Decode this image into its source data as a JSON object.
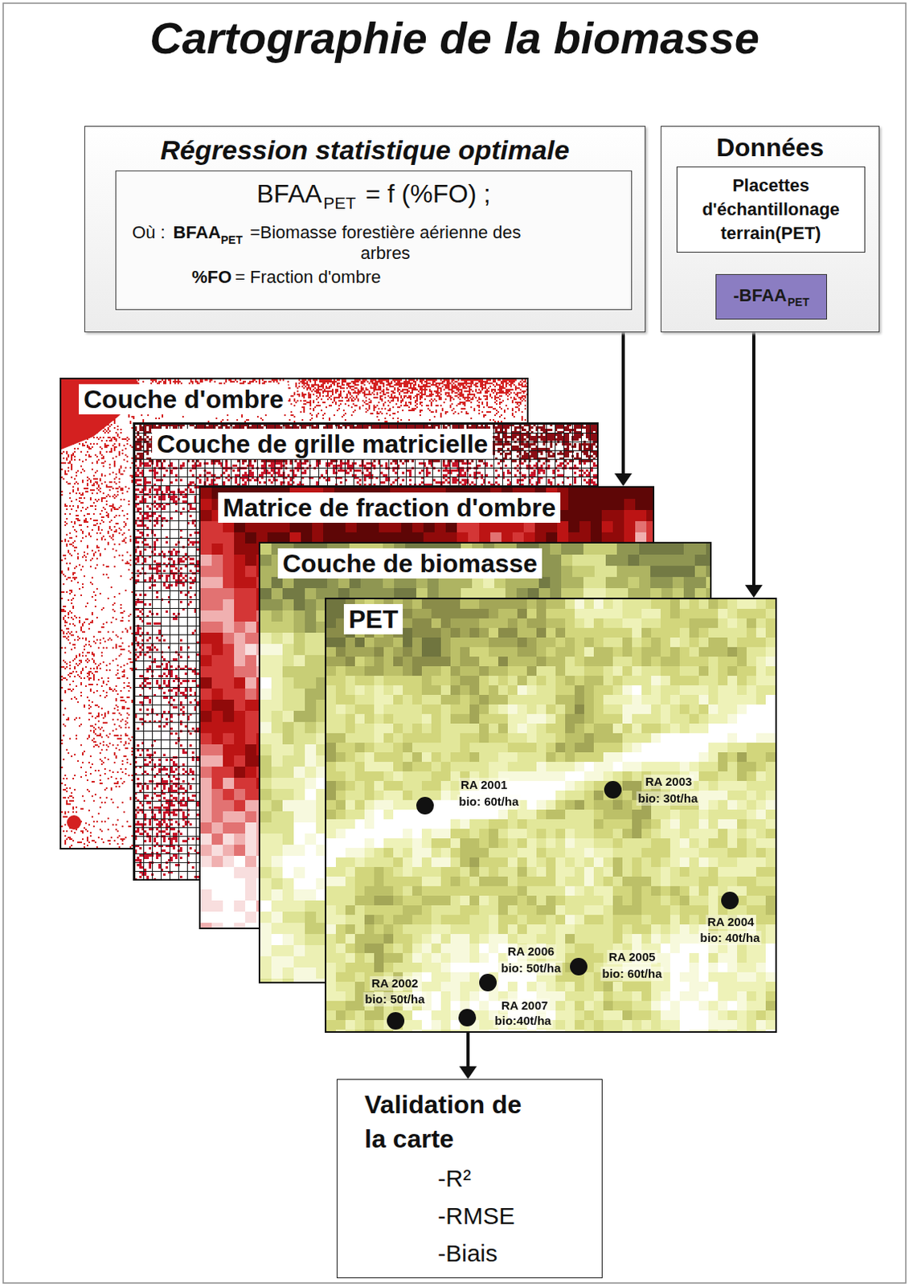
{
  "diagram": {
    "title": "Cartographie de la biomasse",
    "nodes": [
      {
        "text": [
          "Régression statistique optimale"
        ]
      },
      {
        "text": [
          "BFAA",
          "PET",
          "= f (%FO) ;",
          "Où :",
          "BFAA",
          "PET",
          "=Biomasse forestière aérienne des arbres",
          "%FO",
          "= Fraction d'ombre"
        ],
        "in": 0
      },
      {
        "text": [
          "Données"
        ]
      },
      {
        "text": [
          "Placettes d'échantillonage terrain(PET)"
        ],
        "in": 2
      },
      {
        "text": [
          "-BFAA",
          "PET"
        ],
        "in": 2
      },
      {
        "text": [
          "Couche d'ombre"
        ]
      },
      {
        "text": [
          "Couche de grille matricielle"
        ]
      },
      {
        "text": [
          "Matrice de fraction d'ombre"
        ]
      },
      {
        "text": [
          "Couche de biomasse"
        ]
      },
      {
        "text": [
          "PET"
        ]
      },
      {
        "text": [
          "Validation de la carte",
          "-R²",
          "-RMSE",
          "-Biais"
        ]
      }
    ],
    "edges": [
      {
        "from": 3,
        "to": 4,
        "arrow": "to"
      },
      {
        "from": 0,
        "to": 7,
        "arrow": "to"
      },
      {
        "from": 2,
        "to": 9,
        "arrow": "to"
      },
      {
        "from": 9,
        "to": 10,
        "arrow": "to"
      }
    ],
    "labels": [
      "RA 2001",
      "bio: 60t/ha",
      "RA 2003",
      "bio: 30t/ha",
      "RA 2006",
      "bio: 50t/ha",
      "RA 2005",
      "bio: 60t/ha",
      "RA 2004",
      "bio: 40t/ha",
      "RA 2002",
      "bio: 50t/ha",
      "RA 2007",
      "bio:40t/ha"
    ]
  }
}
